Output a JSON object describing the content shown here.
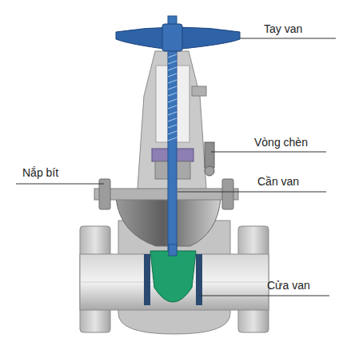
{
  "diagram": {
    "labels": [
      "Tay van",
      "Vòng chèn",
      "Nắp bít",
      "Cần van",
      "Cửa van"
    ]
  }
}
